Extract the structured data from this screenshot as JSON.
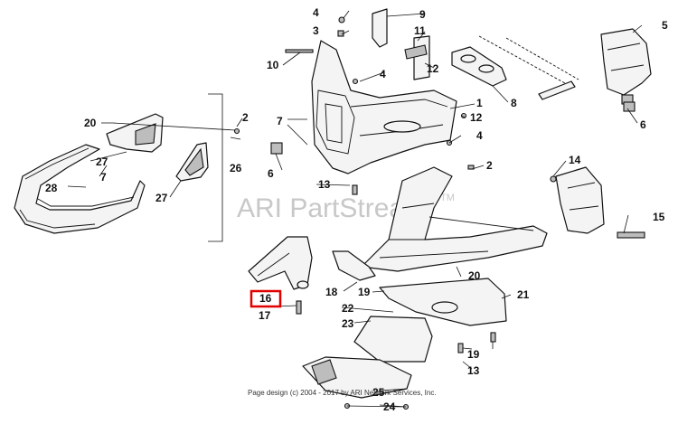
{
  "watermark": {
    "text": "ARI PartStream",
    "trademark": "TM"
  },
  "copyright": "Page design (c) 2004 - 2017 by ARI Network Services, Inc.",
  "highlight_color": "#e00000",
  "callouts": {
    "c1": "1",
    "c2a": "2",
    "c2b": "2",
    "c3": "3",
    "c4a": "4",
    "c4b": "4",
    "c4c": "4",
    "c5": "5",
    "c6a": "6",
    "c6b": "6",
    "c7a": "7",
    "c7b": "7",
    "c8": "8",
    "c9": "9",
    "c10": "10",
    "c11": "11",
    "c12a": "12",
    "c12b": "12",
    "c13a": "13",
    "c13b": "13",
    "c14": "14",
    "c15": "15",
    "c16": "16",
    "c17": "17",
    "c18": "18",
    "c19a": "19",
    "c19b": "19",
    "c20a": "20",
    "c20b": "20",
    "c21": "21",
    "c22": "22",
    "c23": "23",
    "c24": "24",
    "c25": "25",
    "c26": "26",
    "c27a": "27",
    "c27b": "27",
    "c28": "28"
  },
  "selected_part": "16"
}
